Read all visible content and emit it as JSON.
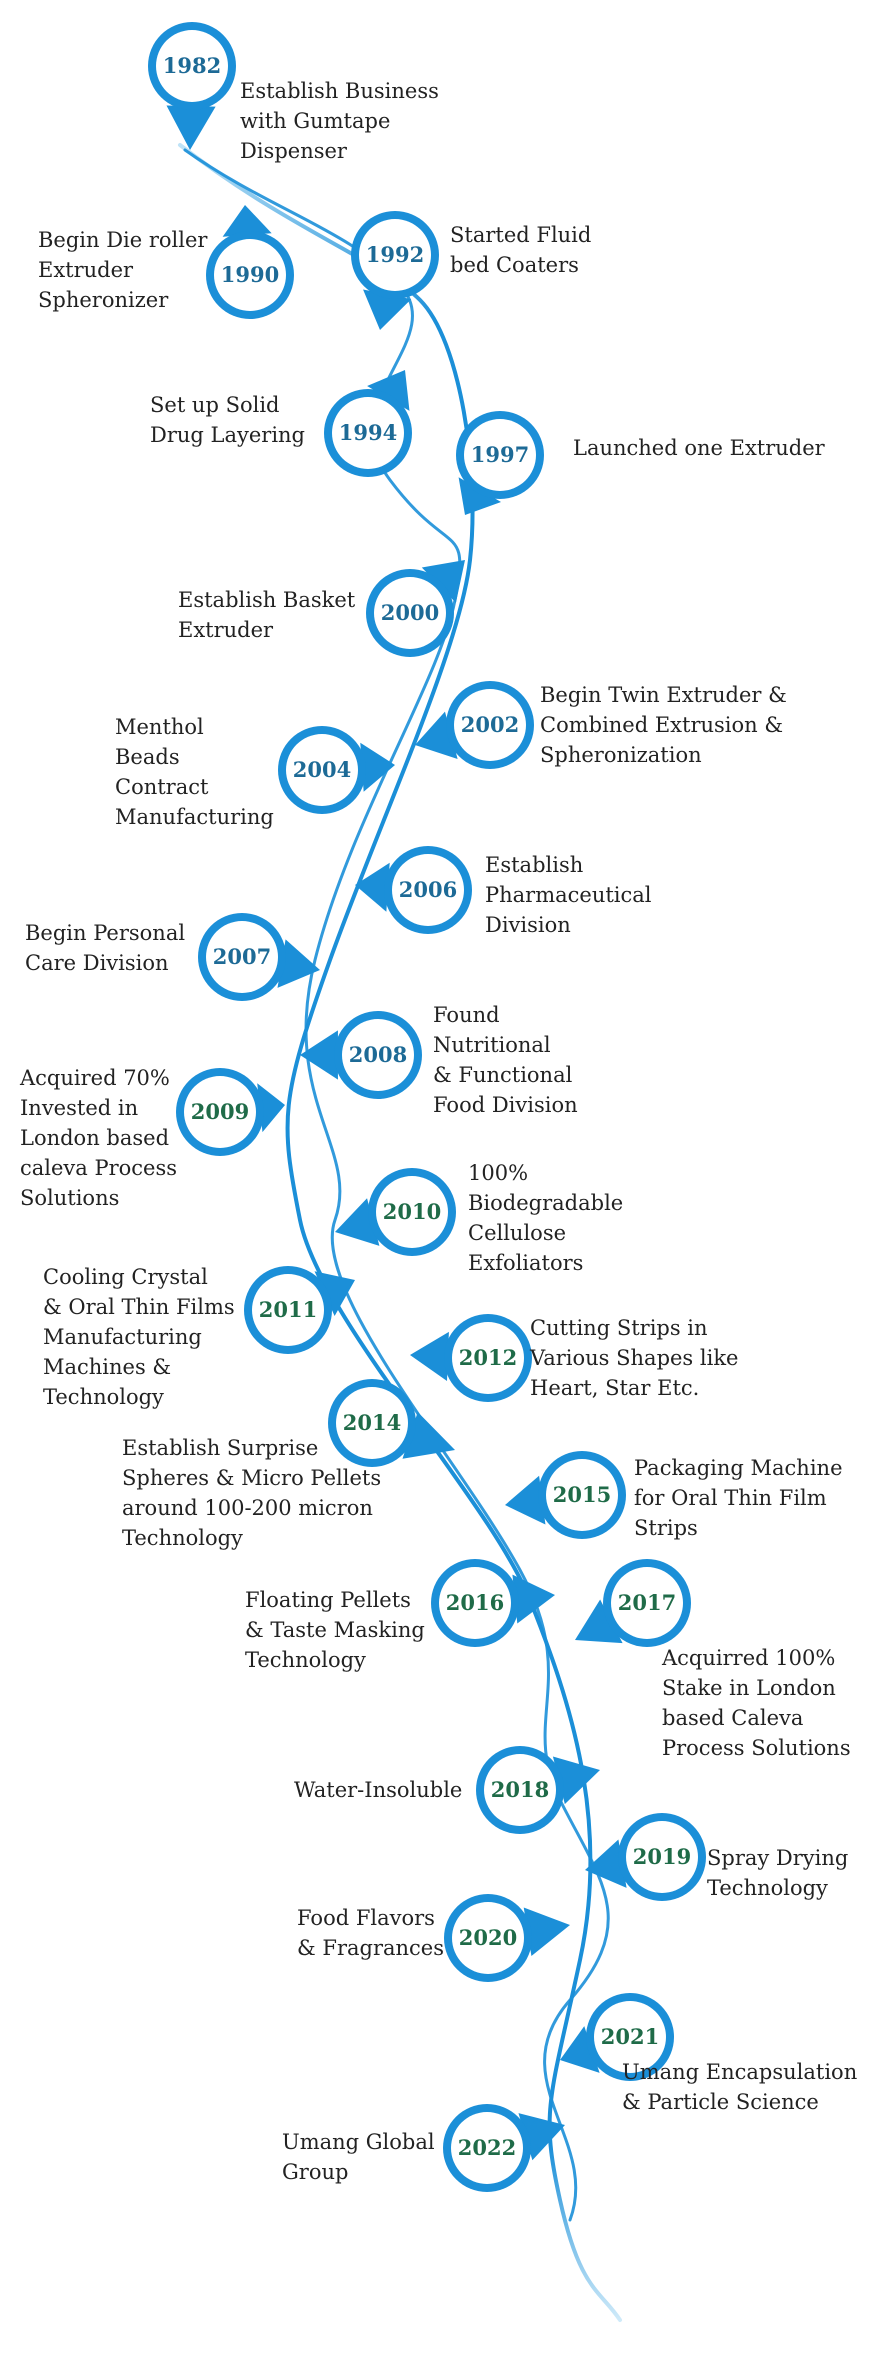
{
  "colors": {
    "accent": "#1b8fd8",
    "year_blue": "#1d6a96",
    "year_green": "#1f6b48",
    "text": "#222222"
  },
  "timeline": [
    {
      "year": "1982",
      "text": "Establish Business\nwith Gumtape\nDispenser",
      "year_color": "blue"
    },
    {
      "year": "1990",
      "text": "Begin Die roller\nExtruder\nSpheronizer",
      "year_color": "blue"
    },
    {
      "year": "1992",
      "text": "Started Fluid\nbed Coaters",
      "year_color": "blue"
    },
    {
      "year": "1994",
      "text": "Set up Solid\nDrug Layering",
      "year_color": "blue"
    },
    {
      "year": "1997",
      "text": "Launched one Extruder",
      "year_color": "blue"
    },
    {
      "year": "2000",
      "text": "Establish Basket\nExtruder",
      "year_color": "blue"
    },
    {
      "year": "2002",
      "text": "Begin Twin Extruder &\nCombined Extrusion &\nSpheronization",
      "year_color": "blue"
    },
    {
      "year": "2004",
      "text": "Menthol\nBeads\nContract\nManufacturing",
      "year_color": "blue"
    },
    {
      "year": "2006",
      "text": "Establish\nPharmaceutical\nDivision",
      "year_color": "blue"
    },
    {
      "year": "2007",
      "text": "Begin Personal\nCare Division",
      "year_color": "blue"
    },
    {
      "year": "2008",
      "text": "Found\nNutritional\n& Functional\nFood Division",
      "year_color": "blue"
    },
    {
      "year": "2009",
      "text": "Acquired 70%\nInvested in\nLondon based\ncaleva Process\nSolutions",
      "year_color": "green"
    },
    {
      "year": "2010",
      "text": "100%\nBiodegradable\nCellulose\nExfoliators",
      "year_color": "green"
    },
    {
      "year": "2011",
      "text": "Cooling Crystal\n& Oral Thin Films\nManufacturing\nMachines &\nTechnology",
      "year_color": "green"
    },
    {
      "year": "2012",
      "text": "Cutting Strips in\nVarious Shapes like\nHeart, Star Etc.",
      "year_color": "green"
    },
    {
      "year": "2014",
      "text": "Establish Surprise\nSpheres & Micro Pellets\naround 100-200 micron\nTechnology",
      "year_color": "green"
    },
    {
      "year": "2015",
      "text": "Packaging Machine\nfor Oral Thin Film\nStrips",
      "year_color": "green"
    },
    {
      "year": "2016",
      "text": "Floating Pellets\n& Taste Masking\nTechnology",
      "year_color": "green"
    },
    {
      "year": "2017",
      "text": "Acquirred 100%\nStake in London\nbased Caleva\nProcess Solutions",
      "year_color": "green"
    },
    {
      "year": "2018",
      "text": "Water-Insoluble",
      "year_color": "green"
    },
    {
      "year": "2019",
      "text": "Spray Drying\nTechnology",
      "year_color": "green"
    },
    {
      "year": "2020",
      "text": "Food Flavors\n& Fragrances",
      "year_color": "green"
    },
    {
      "year": "2021",
      "text": "Umang Encapsulation\n& Particle Science",
      "year_color": "green"
    },
    {
      "year": "2022",
      "text": "Umang Global\nGroup",
      "year_color": "green"
    }
  ]
}
